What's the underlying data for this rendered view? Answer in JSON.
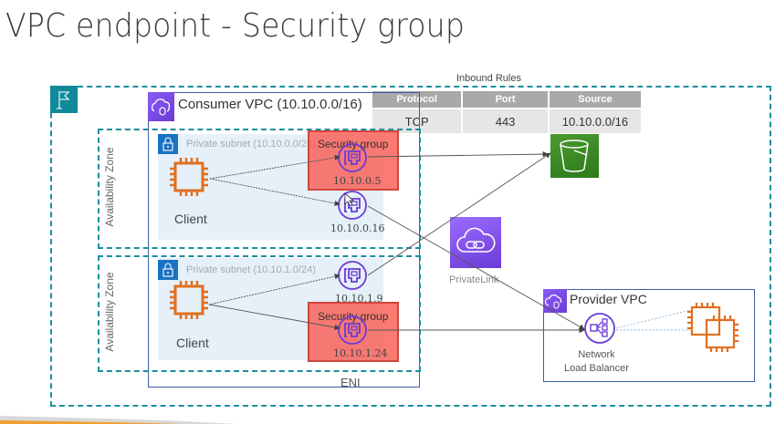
{
  "title": "VPC endpoint - Security group",
  "inbound_rules": {
    "title": "Inbound Rules",
    "columns": [
      "Protocol",
      "Port",
      "Source"
    ],
    "rows": [
      [
        "TCP",
        "443",
        "10.10.0.0/16"
      ]
    ]
  },
  "region": {
    "icon": "flag-icon"
  },
  "consumer_vpc": {
    "label": "Consumer VPC (10.10.0.0/16)",
    "icon": "vpc-cloud-icon"
  },
  "availability_zones": [
    {
      "label": "Availability Zone",
      "subnet": {
        "label": "Private subnet (10.10.0.0/24)",
        "client_label": "Client",
        "enis": [
          {
            "ip": "10.10.0.5",
            "security_group": "Security group"
          },
          {
            "ip": "10.10.0.16"
          }
        ]
      }
    },
    {
      "label": "Availability Zone",
      "subnet": {
        "label": "Private subnet (10.10.1.0/24)",
        "client_label": "Client",
        "enis": [
          {
            "ip": "10.10.1.9"
          },
          {
            "ip": "10.10.1.24",
            "security_group": "Security group"
          }
        ]
      }
    }
  ],
  "eni_label": "ENI",
  "s3": {
    "icon": "s3-bucket-icon"
  },
  "privatelink": {
    "label": "PrivateLink",
    "icon": "privatelink-icon"
  },
  "provider_vpc": {
    "label": "Provider VPC",
    "nlb_label_line1": "Network",
    "nlb_label_line2": "Load Balancer"
  },
  "colors": {
    "region_border": "#1a8f9f",
    "vpc_border": "#3a5ea4",
    "security_group": "#fa5a50",
    "eni_purple": "#6b3bd6",
    "ec2_orange": "#e07020",
    "s3_green": "#3d8a26"
  }
}
